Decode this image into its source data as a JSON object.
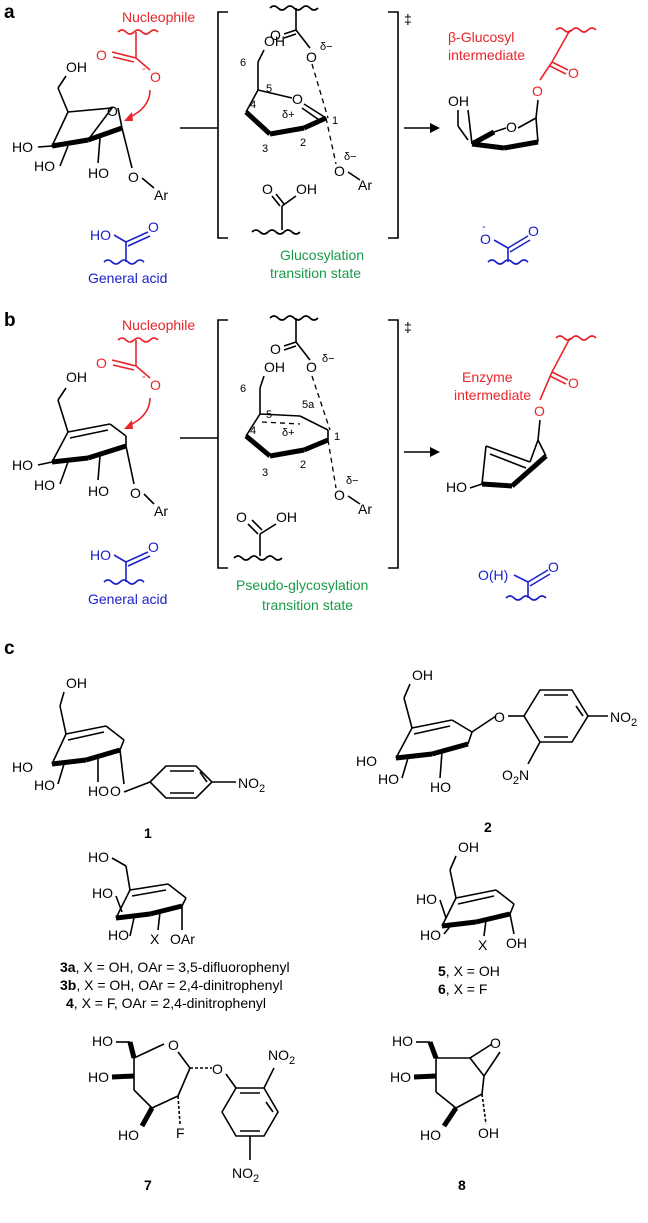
{
  "panel_labels": {
    "a": "a",
    "b": "b",
    "c": "c"
  },
  "panel_a": {
    "nucleophile": "Nucleophile",
    "general_acid": "General acid",
    "ts_title_line1": "Glucosylation",
    "ts_title_line2": "transition state",
    "product_line1": "β-Glucosyl",
    "product_line2": "intermediate",
    "atom_oh": "OH",
    "atom_ho": "HO",
    "atom_o": "O",
    "atom_ar": "Ar",
    "minus": "-",
    "delta_minus": "δ−",
    "delta_plus": "δ+",
    "double_dagger": "‡",
    "num_1": "1",
    "num_2": "2",
    "num_3": "3",
    "num_4": "4",
    "num_5": "5",
    "num_6": "6"
  },
  "panel_b": {
    "nucleophile": "Nucleophile",
    "general_acid": "General acid",
    "ts_title_line1": "Pseudo-glycosylation",
    "ts_title_line2": "transition state",
    "product_line1": "Enzyme",
    "product_line2": "intermediate",
    "oh_acid": "O(H)",
    "num_5a": "5a"
  },
  "panel_c": {
    "c1": "1",
    "c2": "2",
    "c3a_bold": "3a",
    "c3a_rest": ", X = OH, OAr = 3,5-difluorophenyl",
    "c3b_bold": "3b",
    "c3b_rest": ", X = OH, OAr = 2,4-dinitrophenyl",
    "c4_bold": "4",
    "c4_rest": ", X = F, OAr = 2,4-dinitrophenyl",
    "c5_bold": "5",
    "c5_rest": ", X = OH",
    "c6_bold": "6",
    "c6_rest": ", X = F",
    "c7": "7",
    "c8": "8",
    "no2": "NO",
    "sub2": "2",
    "o2n": "O",
    "n": "N",
    "x": "X",
    "oar": "OAr",
    "f": "F"
  }
}
